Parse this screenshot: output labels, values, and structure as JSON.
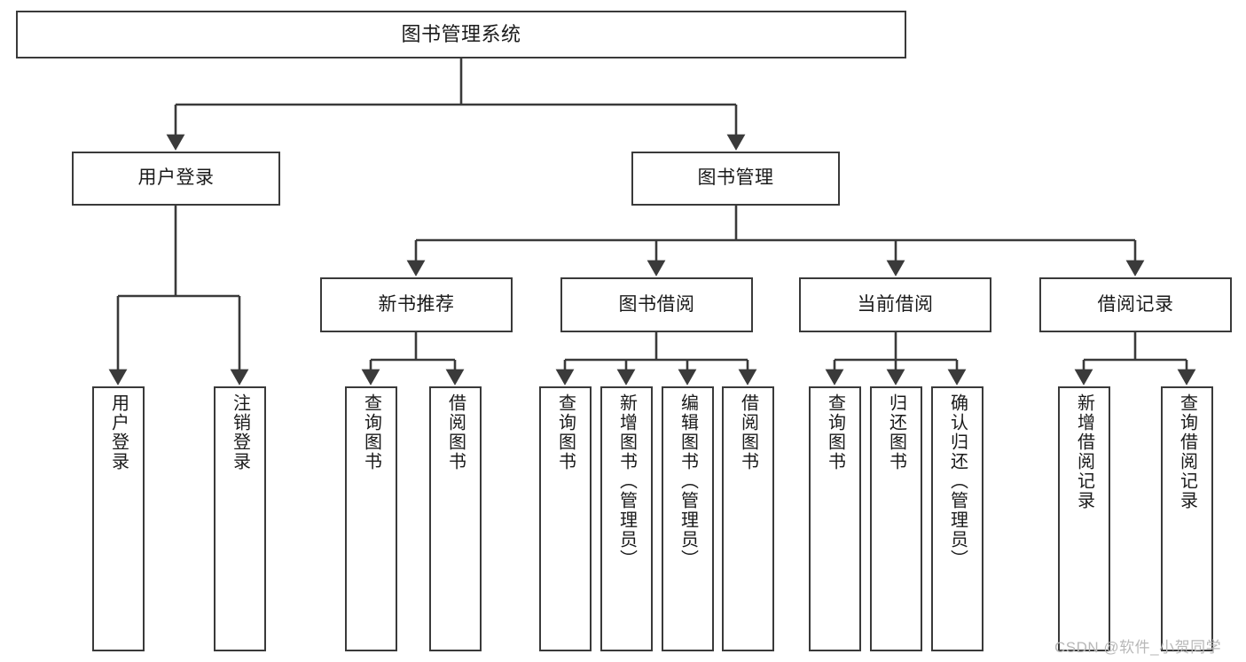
{
  "diagram": {
    "title": "图书管理系统",
    "watermark": "CSDN @软件_小贺同学",
    "line_color": "#3a3a3a",
    "box_fill": "#ffffff",
    "text_color": "#1a1a1a",
    "watermark_color": "#b8b8b8"
  },
  "nodes": {
    "root": {
      "label": "图书管理系统"
    },
    "level1": [
      {
        "label": "用户登录"
      },
      {
        "label": "图书管理"
      }
    ],
    "level2": [
      {
        "label": "新书推荐"
      },
      {
        "label": "图书借阅"
      },
      {
        "label": "当前借阅"
      },
      {
        "label": "借阅记录"
      }
    ],
    "leaves": {
      "user_login": [
        {
          "label": "用户登录"
        },
        {
          "label": "注销登录"
        }
      ],
      "new_book_recommend": [
        {
          "label": "查询图书"
        },
        {
          "label": "借阅图书"
        }
      ],
      "book_borrow": [
        {
          "label": "查询图书"
        },
        {
          "label": "新增图书（管理员）"
        },
        {
          "label": "编辑图书（管理员）"
        },
        {
          "label": "借阅图书"
        }
      ],
      "current_borrow": [
        {
          "label": "查询图书"
        },
        {
          "label": "归还图书"
        },
        {
          "label": "确认归还（管理员）"
        }
      ],
      "borrow_record": [
        {
          "label": "新增借阅记录"
        },
        {
          "label": "查询借阅记录"
        }
      ]
    }
  }
}
